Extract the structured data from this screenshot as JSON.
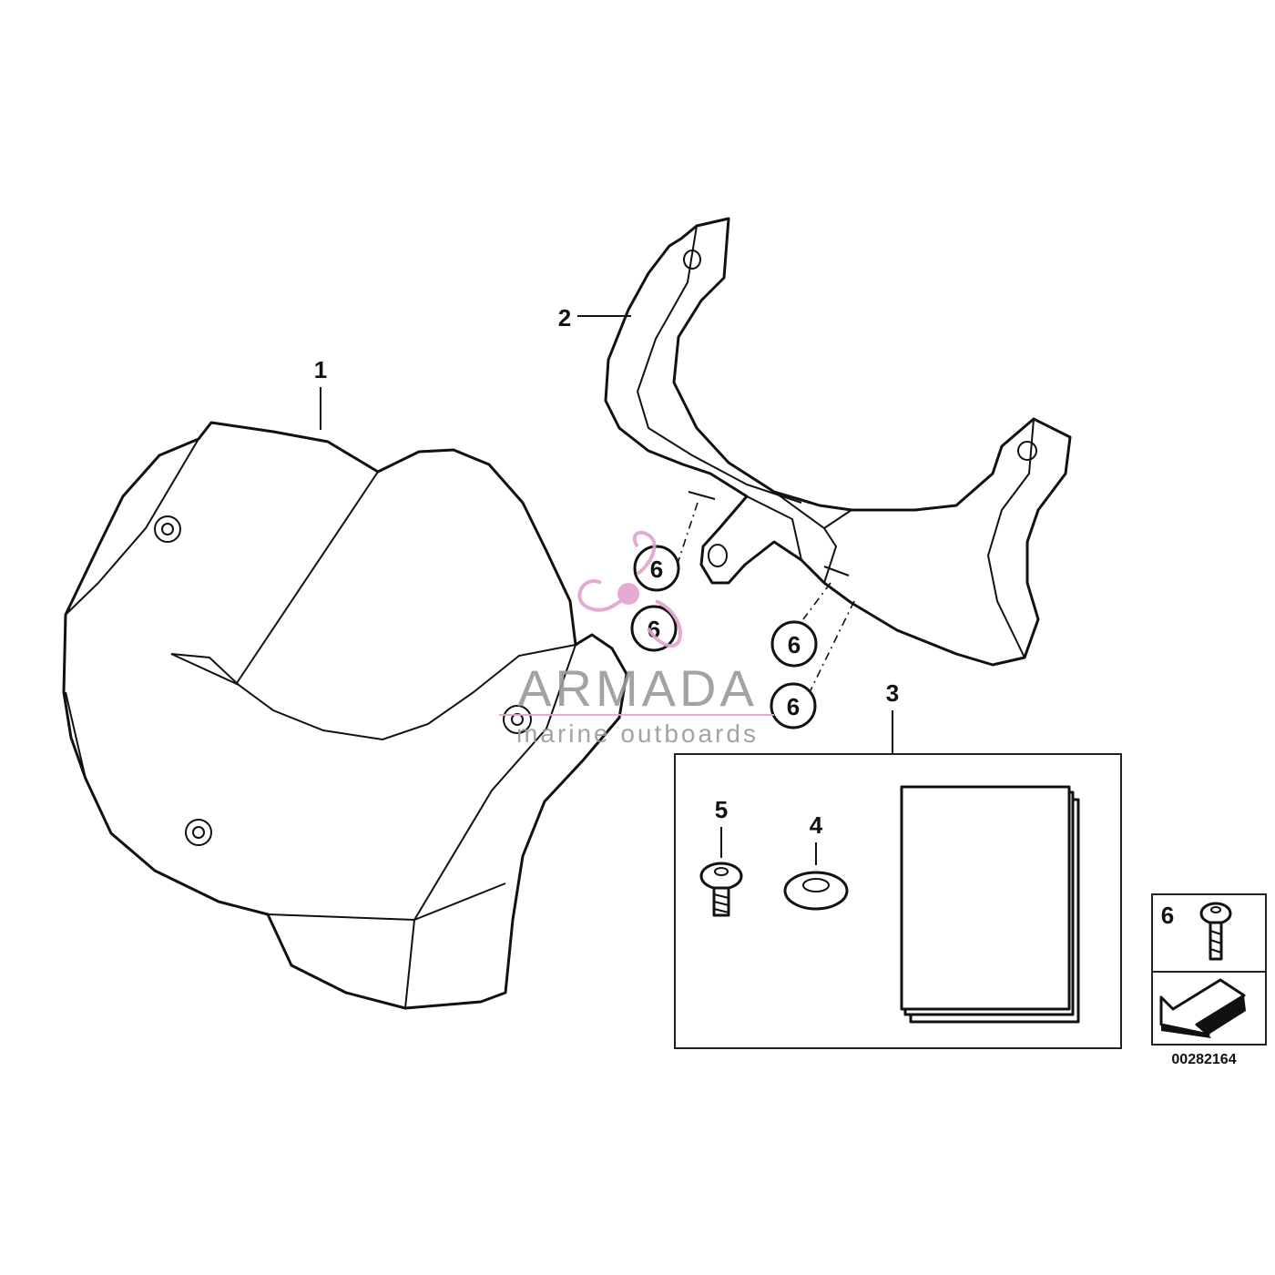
{
  "callouts": {
    "c1": "1",
    "c2": "2",
    "c3": "3",
    "c4": "4",
    "c5": "5",
    "c6": "6"
  },
  "legend": {
    "item_number": "6",
    "diagram_number": "00282164"
  },
  "watermark": {
    "brand": "ARMADA",
    "tagline": "marine outboards",
    "logo_color": "#e2a3cf"
  }
}
